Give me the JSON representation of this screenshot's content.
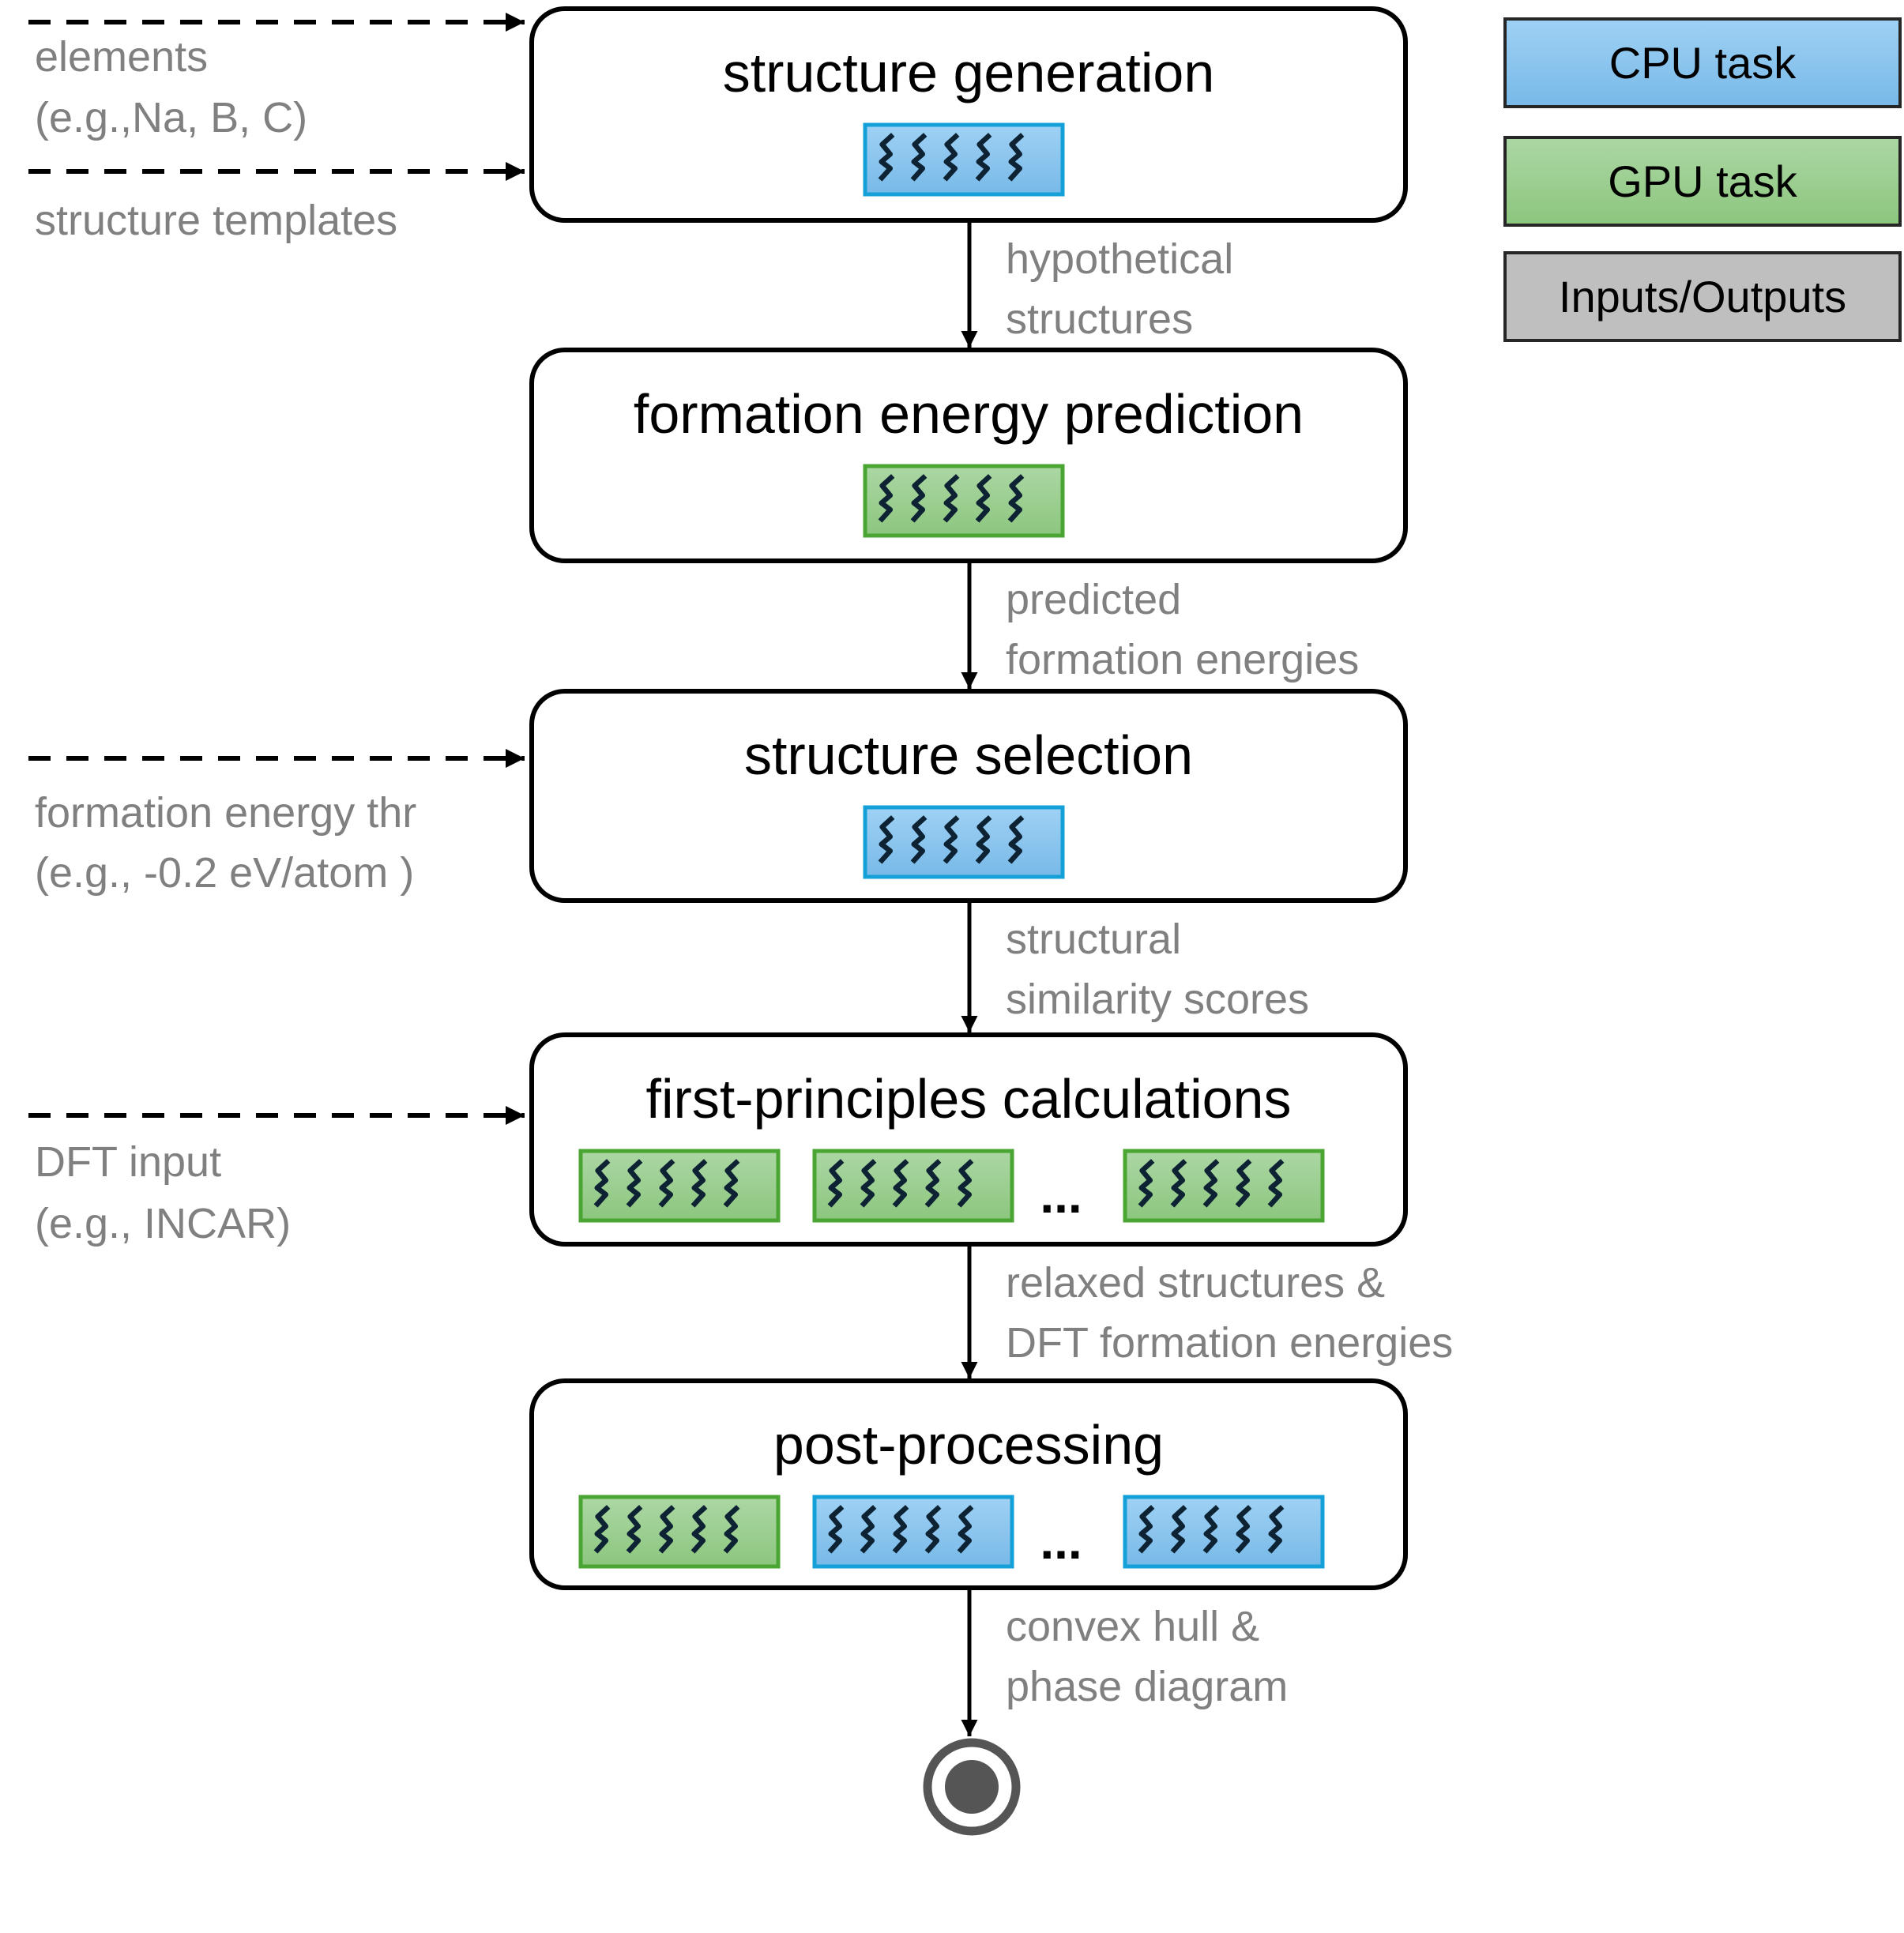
{
  "colors": {
    "cpu_fill_top": "#9fd1f4",
    "cpu_fill_bottom": "#78b9e8",
    "cpu_border": "#16a0d8",
    "gpu_fill_top": "#acd7a4",
    "gpu_fill_bottom": "#8cc67e",
    "gpu_border": "#4aa532",
    "io_fill": "#bfbfbf",
    "legend_border": "#262626",
    "squiggle": "#0d2233",
    "end_node": "#555555",
    "label_gray": "#808080"
  },
  "legend": [
    {
      "label": "CPU task",
      "kind": "cpu"
    },
    {
      "label": "GPU task",
      "kind": "gpu"
    },
    {
      "label": "Inputs/Outputs",
      "kind": "io"
    }
  ],
  "stages": [
    {
      "title": "structure generation",
      "tasks": [
        "cpu"
      ],
      "ellipsis": false
    },
    {
      "title": "formation energy prediction",
      "tasks": [
        "gpu"
      ],
      "ellipsis": false
    },
    {
      "title": "structure selection",
      "tasks": [
        "cpu"
      ],
      "ellipsis": false
    },
    {
      "title": "first-principles calculations",
      "tasks": [
        "gpu",
        "gpu",
        "gpu"
      ],
      "ellipsis": true
    },
    {
      "title": "post-processing",
      "tasks": [
        "gpu",
        "cpu",
        "cpu"
      ],
      "ellipsis": true
    }
  ],
  "ellipsis_text": "...",
  "edge_labels": [
    {
      "lines": [
        "hypothetical",
        "structures"
      ]
    },
    {
      "lines": [
        "predicted",
        "formation energies"
      ]
    },
    {
      "lines": [
        "structural",
        "similarity scores"
      ]
    },
    {
      "lines": [
        "relaxed structures &",
        "DFT formation energies"
      ]
    },
    {
      "lines": [
        "convex hull &",
        "phase diagram"
      ]
    }
  ],
  "inputs": [
    {
      "target_stage": 0,
      "lines": [
        "elements",
        "(e.g.,Na, B, C)"
      ]
    },
    {
      "target_stage": 0,
      "lines": [
        "structure templates"
      ]
    },
    {
      "target_stage": 2,
      "lines": [
        "formation energy thr",
        "(e.g., -0.2 eV/atom )"
      ]
    },
    {
      "target_stage": 3,
      "lines": [
        "DFT input",
        "(e.g., INCAR)"
      ]
    }
  ],
  "end_node": {
    "icon": "final-state-icon"
  }
}
